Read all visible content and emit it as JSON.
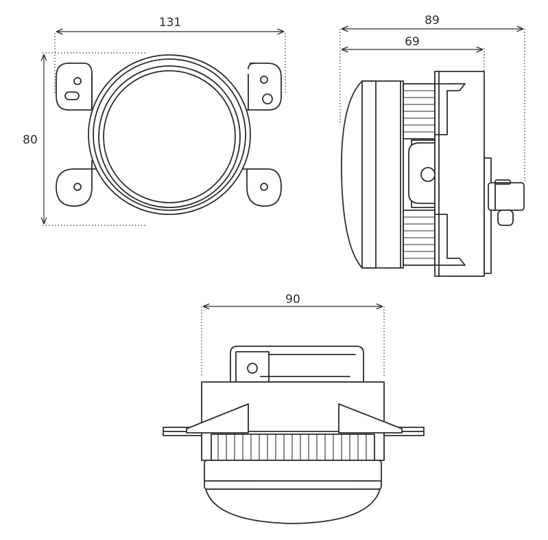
{
  "dimensions": {
    "front_width": "131",
    "front_height": "80",
    "side_total_depth": "89",
    "side_body_depth": "69",
    "bottom_width": "90"
  },
  "colors": {
    "line": "#2b2b2b",
    "background": "#ffffff"
  }
}
